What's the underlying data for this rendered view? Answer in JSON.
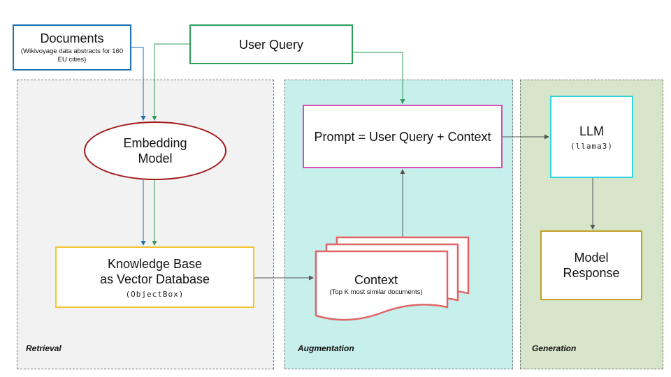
{
  "documents": {
    "title": "Documents",
    "subtitle": "(Wikivoyage data abstracts for 160 EU cities)"
  },
  "user_query": {
    "label": "User Query"
  },
  "embedding": {
    "line1": "Embedding",
    "line2": "Model"
  },
  "knowledge_base": {
    "line1": "Knowledge Base",
    "line2": "as Vector Database",
    "note": "(ObjectBox)"
  },
  "prompt": {
    "label": "Prompt = User Query + Context"
  },
  "context": {
    "title": "Context",
    "subtitle": "(Top K most similar documents)"
  },
  "llm": {
    "title": "LLM",
    "note": "(llama3)"
  },
  "model_response": {
    "line1": "Model",
    "line2": "Response"
  },
  "sections": {
    "retrieval": "Retrieval",
    "augmentation": "Augmentation",
    "generation": "Generation"
  },
  "colors": {
    "documents_border": "#1f6fb5",
    "query_border": "#2e9e5b",
    "embedding_border": "#a11a1a",
    "kb_border": "#f4c430",
    "prompt_border": "#d152b4",
    "context_border": "#e06666",
    "llm_border": "#2fd3de",
    "response_border": "#c2a024",
    "retrieval_bg": "#f2f2f2",
    "augmentation_bg": "#c7efec",
    "generation_bg": "#d7e6ca"
  }
}
